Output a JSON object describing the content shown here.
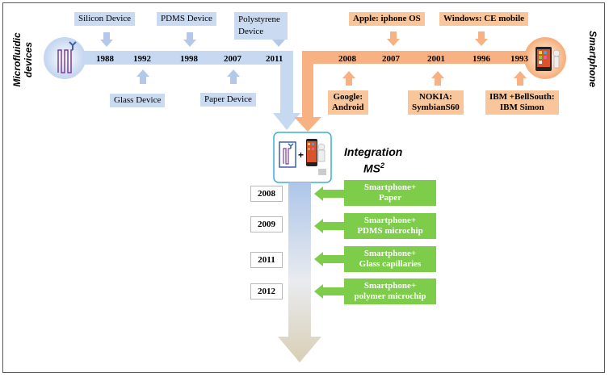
{
  "labels": {
    "microfluidic": [
      "Microfluidic",
      "devices"
    ],
    "smartphone": "Smartphone",
    "integration": "Integration",
    "ms": "MS",
    "ms_sup": "2"
  },
  "microfluidic_timeline": {
    "years": [
      "1988",
      "1992",
      "1998",
      "2007",
      "2011"
    ],
    "top_devices": [
      "Silicon Device",
      "PDMS Device",
      "Polystyrene Device"
    ],
    "bottom_devices": [
      "Glass Device",
      "Paper Device"
    ]
  },
  "smartphone_timeline": {
    "years": [
      "2008",
      "2007",
      "2001",
      "1996",
      "1993"
    ],
    "top_items": [
      "Apple: iphone OS",
      "Windows: CE mobile"
    ],
    "bottom_items": [
      [
        "Google:",
        "Android"
      ],
      [
        "NOKIA:",
        "SymbianS60"
      ],
      [
        "IBM +BellSouth:",
        "IBM Simon"
      ]
    ]
  },
  "integration_timeline": [
    {
      "year": "2008",
      "lines": [
        "Smartphone+",
        "Paper"
      ]
    },
    {
      "year": "2009",
      "lines": [
        "Smartphone+",
        "PDMS microchip"
      ]
    },
    {
      "year": "2011",
      "lines": [
        "Smartphone+",
        "Glass capillaries"
      ]
    },
    {
      "year": "2012",
      "lines": [
        "Smartphone+",
        "polymer microchip"
      ]
    }
  ],
  "colors": {
    "blue_band": "#c6d9f1",
    "blue_arrow": "#b4c9ea",
    "orange_band": "#f7b183",
    "orange_label": "#f9c59a",
    "green": "#7dcc4a",
    "chip_purple": "#7a3fa0",
    "chip_blue": "#3d5fb3"
  }
}
